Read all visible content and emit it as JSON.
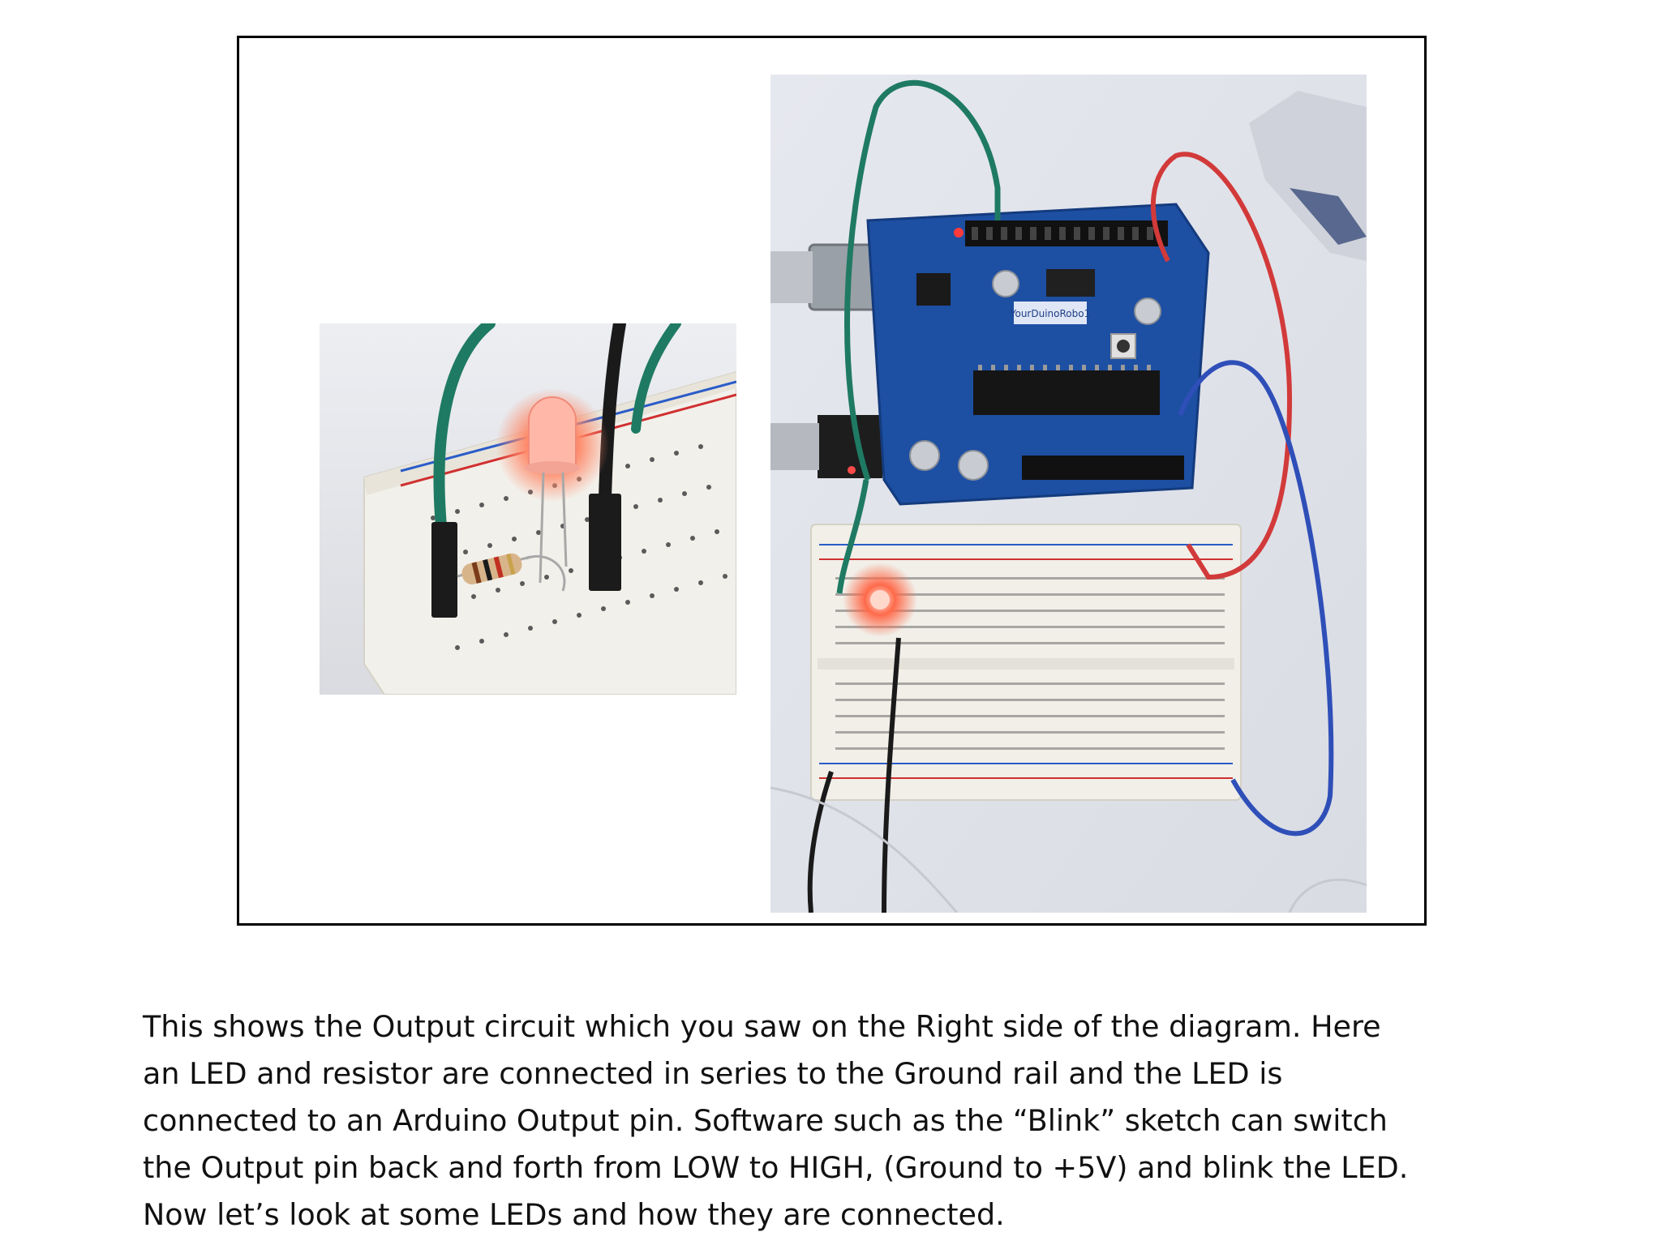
{
  "caption": {
    "lines": [
      "This shows the Output circuit which you saw on the Right side of the diagram. Here",
      "an LED and resistor are connected in series to the Ground rail and the LED is",
      "connected to an Arduino Output pin. Software such as the “Blink” sketch can switch",
      "the Output pin back and forth from LOW to HIGH, (Ground to +5V) and blink the LED.",
      "Now let’s look at some LEDs and how they are connected."
    ]
  },
  "board": {
    "brand_label": "YourDuinoRobo1"
  },
  "colors": {
    "board_blue": "#1d4fa3",
    "wire_green": "#1f7a63",
    "wire_red": "#d23a3a",
    "wire_blue": "#2f4fb8",
    "wire_black": "#1a1a1a",
    "led_glow": "#ff5a3c",
    "breadboard": "#f1efe8"
  }
}
